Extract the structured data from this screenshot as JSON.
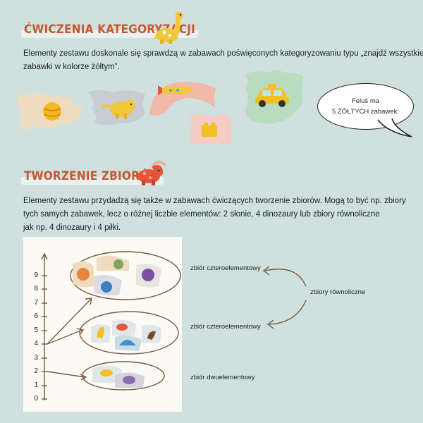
{
  "section1": {
    "title": "ĆWICZENIA KATEGORYZACJI",
    "text_line1": "Elementy zestawu doskonale się sprawdzą w zabawach poświęconych kategoryzowaniu typu „znajdź wszystkie",
    "text_line2": "zabawki w kolorze żółtym”."
  },
  "bubble": {
    "line1": "Feluś ma",
    "line2": "5 ŻÓŁTYCH zabawek."
  },
  "section2": {
    "title": "TWORZENIE ZBIORÓW",
    "text_line1": "Elementy zestawu przydadzą się także w zabawach ćwiczących tworzenie zbiorów. Mogą to być np. zbiory",
    "text_line2": "tych samych zabawek, lecz o różnej liczbie elementów: 2 słonie, 4 dinozaury lub zbiory równoliczne",
    "text_line3": "jak np. 4 dinozaury i 4 piłki."
  },
  "axis": {
    "ticks": [
      "0",
      "1",
      "2",
      "3",
      "4",
      "5",
      "6",
      "7",
      "8",
      "9"
    ]
  },
  "labels": {
    "set_four_balls": "zbiór czteroelementowy",
    "set_four_dinos": "zbiór czteroelementowy",
    "set_two": "zbiór dwuelementowy",
    "equal_sets": "zbiory równoliczne"
  },
  "colors": {
    "title": "#c8582d",
    "background": "#cfe0df",
    "panel": "#fbfaf5",
    "outline": "#7b5a3c"
  },
  "icons": [
    "dinosaur-mascot-icon",
    "triceratops-icon",
    "ball-icon",
    "elephant-icon",
    "rocket-icon",
    "lego-brick-icon",
    "taxi-icon"
  ]
}
